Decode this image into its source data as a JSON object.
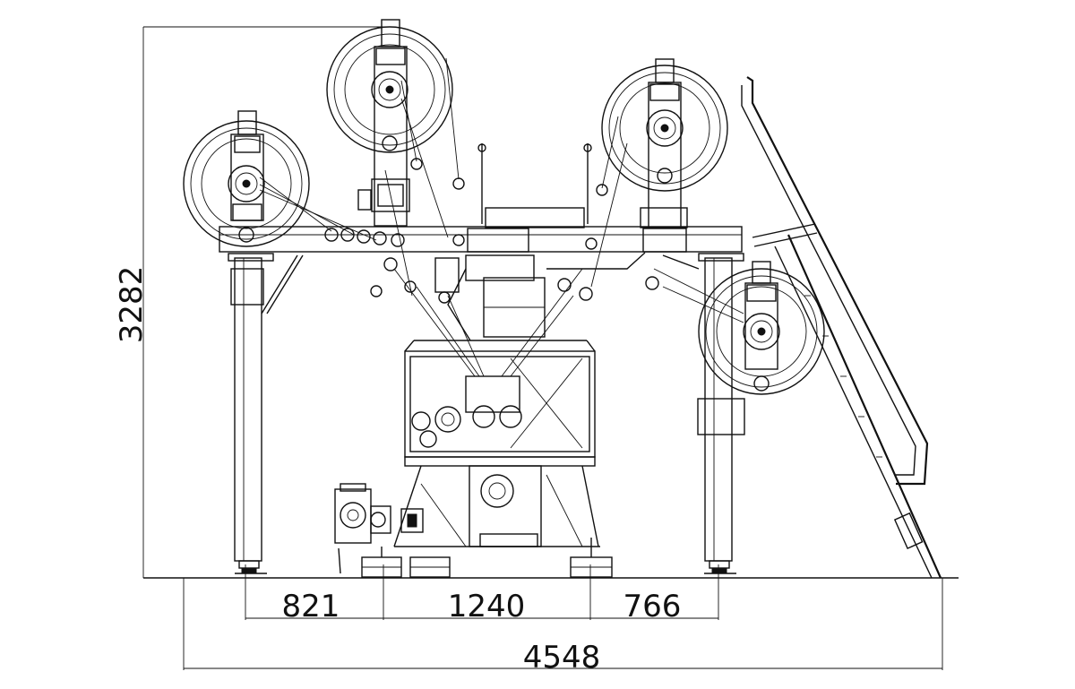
{
  "dimensions": {
    "height_total": "3282",
    "width_total": "4548",
    "segment_left": "821",
    "segment_middle": "1240",
    "segment_right": "766"
  }
}
